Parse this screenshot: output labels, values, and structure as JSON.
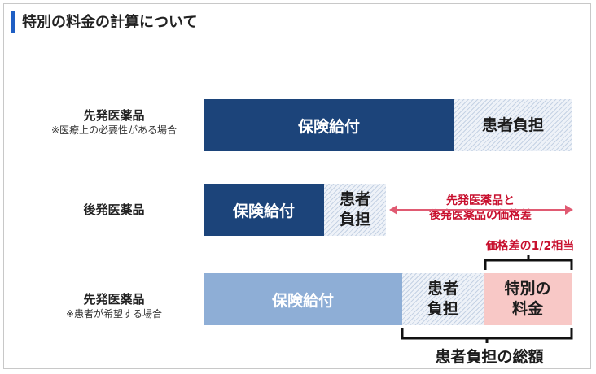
{
  "title": "特別の料金の計算について",
  "rows": [
    {
      "label": "先発医薬品",
      "note": "※医療上の必要性がある場合",
      "insurance": "保険給付",
      "patient": "患者負担"
    },
    {
      "label": "後発医薬品",
      "insurance": "保険給付",
      "patient_line1": "患者",
      "patient_line2": "負担"
    },
    {
      "label": "先発医薬品",
      "note": "※患者が希望する場合",
      "insurance": "保険給付",
      "patient_line1": "患者",
      "patient_line2": "負担",
      "special_line1": "特別の",
      "special_line2": "料金"
    }
  ],
  "price_diff_line1": "先発医薬品と",
  "price_diff_line2": "後発医薬品の価格差",
  "half_note": "価格差の1/2相当",
  "total_label": "患者負担の総額",
  "colors": {
    "accent": "#1f5fc4",
    "insurance_dark": "#1c447a",
    "insurance_light": "#8eaed6",
    "special": "#f8c8c6",
    "red": "#c8102e",
    "arrow": "#e05a72"
  }
}
